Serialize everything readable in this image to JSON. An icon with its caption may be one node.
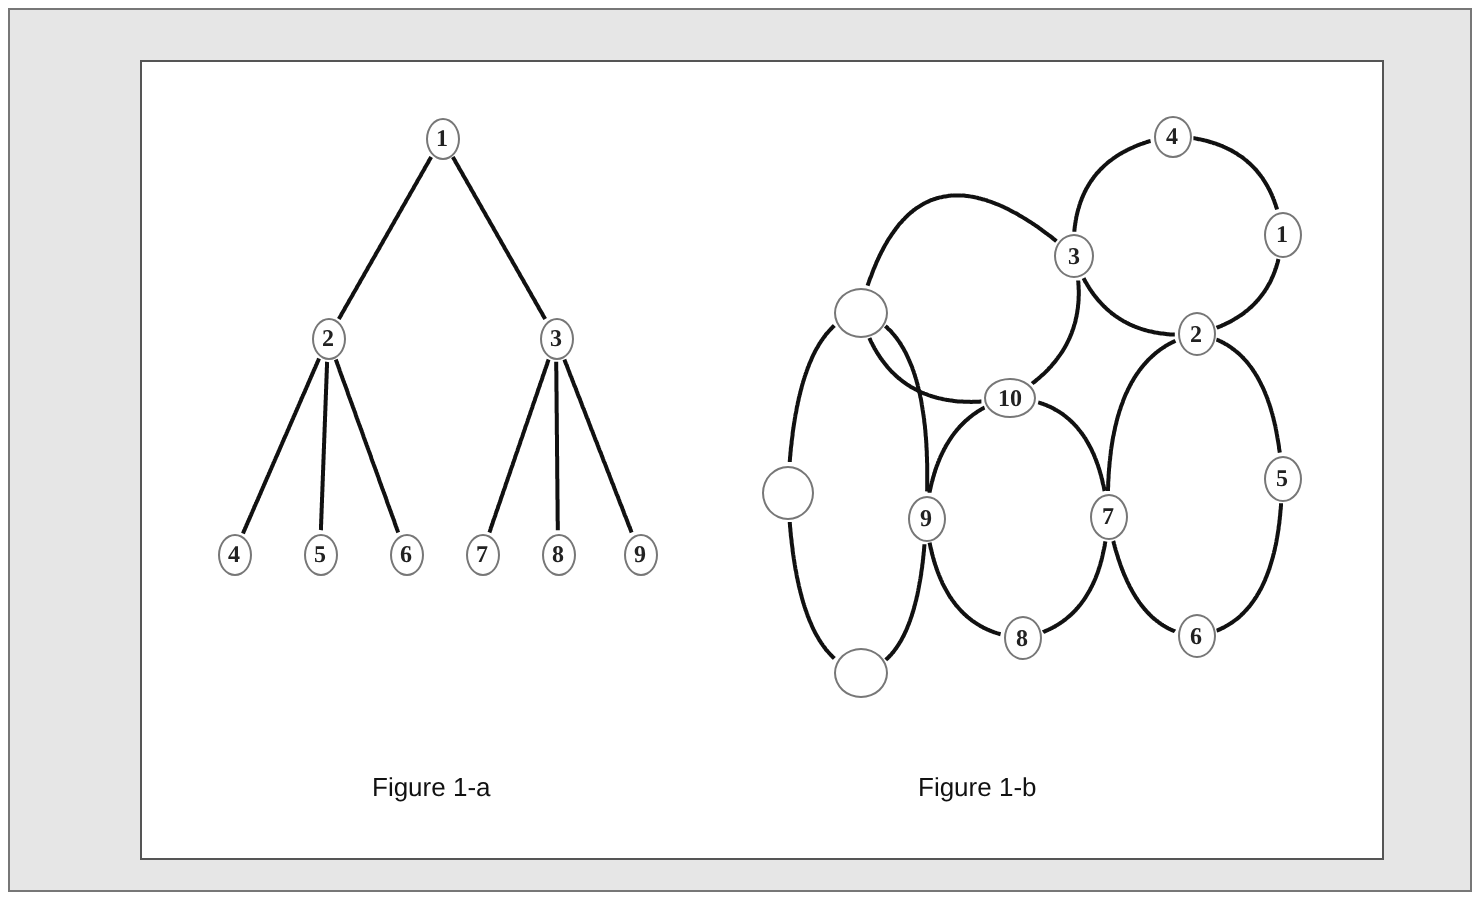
{
  "diagram": {
    "nodes": [
      {
        "text": [
          "1"
        ]
      },
      {
        "text": [
          "2"
        ]
      },
      {
        "text": [
          "3"
        ]
      },
      {
        "text": [
          "4"
        ]
      },
      {
        "text": [
          "5"
        ]
      },
      {
        "text": [
          "6"
        ]
      },
      {
        "text": [
          "7"
        ]
      },
      {
        "text": [
          "8"
        ]
      },
      {
        "text": [
          "9"
        ]
      },
      {
        "text": [
          "4"
        ]
      },
      {
        "text": [
          "1"
        ]
      },
      {
        "text": [
          "3"
        ]
      },
      {
        "text": [],
        "shape": "circle"
      },
      {
        "text": [
          "2"
        ]
      },
      {
        "text": [
          "10"
        ]
      },
      {
        "text": [
          "5"
        ]
      },
      {
        "text": [],
        "shape": "circle"
      },
      {
        "text": [
          "7"
        ]
      },
      {
        "text": [
          "9"
        ]
      },
      {
        "text": [
          "6"
        ]
      },
      {
        "text": [
          "8"
        ]
      },
      {
        "text": [],
        "shape": "circle"
      }
    ],
    "edges": [
      {
        "from": 0,
        "to": 1,
        "arrow": "none"
      },
      {
        "from": 0,
        "to": 2,
        "arrow": "none"
      },
      {
        "from": 1,
        "to": 3,
        "arrow": "none"
      },
      {
        "from": 1,
        "to": 4,
        "arrow": "none"
      },
      {
        "from": 1,
        "to": 5,
        "arrow": "none"
      },
      {
        "from": 2,
        "to": 6,
        "arrow": "none"
      },
      {
        "from": 2,
        "to": 7,
        "arrow": "none"
      },
      {
        "from": 2,
        "to": 8,
        "arrow": "none"
      },
      {
        "from": 12,
        "to": 11,
        "arrow": "none"
      },
      {
        "from": 11,
        "to": 14,
        "arrow": "none"
      },
      {
        "from": 14,
        "to": 12,
        "arrow": "none"
      },
      {
        "from": 11,
        "to": 9,
        "arrow": "none"
      },
      {
        "from": 9,
        "to": 10,
        "arrow": "none"
      },
      {
        "from": 10,
        "to": 13,
        "arrow": "none"
      },
      {
        "from": 13,
        "to": 11,
        "arrow": "none"
      },
      {
        "from": 13,
        "to": 15,
        "arrow": "none"
      },
      {
        "from": 15,
        "to": 19,
        "arrow": "none"
      },
      {
        "from": 19,
        "to": 17,
        "arrow": "none"
      },
      {
        "from": 17,
        "to": 13,
        "arrow": "none"
      },
      {
        "from": 14,
        "to": 17,
        "arrow": "none"
      },
      {
        "from": 17,
        "to": 20,
        "arrow": "none"
      },
      {
        "from": 20,
        "to": 18,
        "arrow": "none"
      },
      {
        "from": 18,
        "to": 14,
        "arrow": "none"
      },
      {
        "from": 12,
        "to": 16,
        "arrow": "none"
      },
      {
        "from": 16,
        "to": 21,
        "arrow": "none"
      },
      {
        "from": 21,
        "to": 18,
        "arrow": "none"
      },
      {
        "from": 18,
        "to": 12,
        "arrow": "none"
      }
    ],
    "labels": [
      "Figure 1-a",
      "Figure 1-b"
    ]
  }
}
